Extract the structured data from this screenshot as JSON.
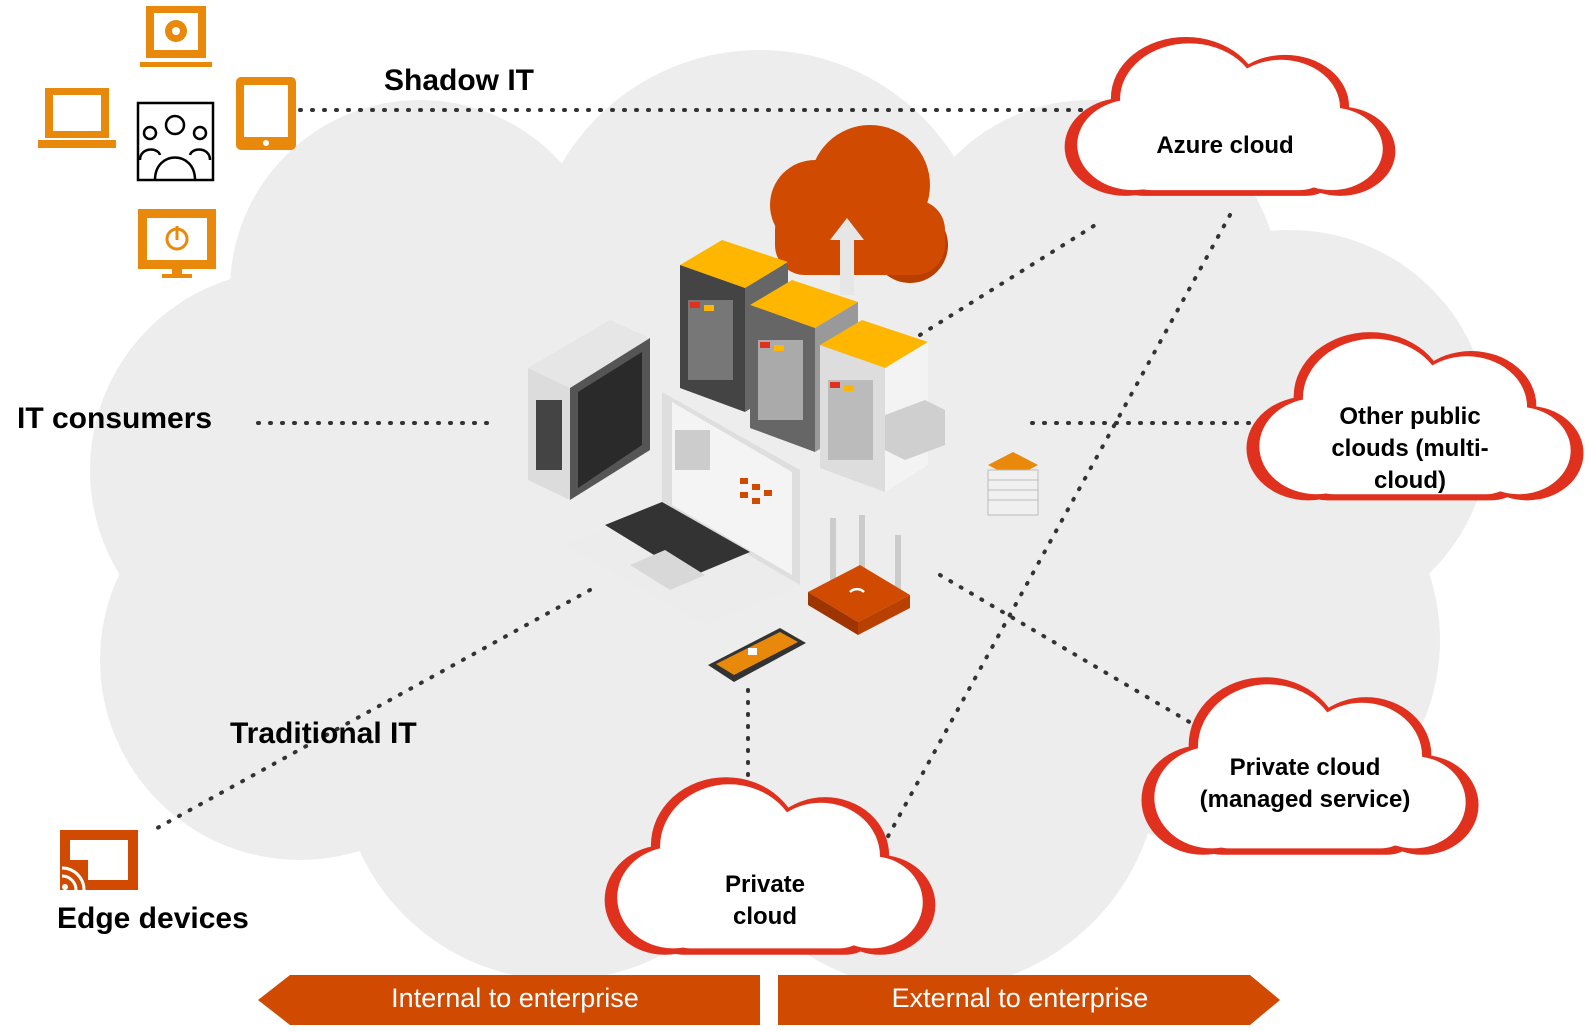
{
  "labels": {
    "shadow_it": "Shadow IT",
    "it_consumers": "IT consumers",
    "traditional_it": "Traditional IT",
    "edge_devices": "Edge devices"
  },
  "clouds": {
    "azure": "Azure cloud",
    "other_public": "Other public clouds (multi-cloud)",
    "private_managed": "Private cloud (managed service)",
    "private": "Private cloud"
  },
  "arrows": {
    "internal": "Internal to enterprise",
    "external": "External to enterprise"
  },
  "colors": {
    "orange": "#E8890C",
    "dark_orange": "#D04A02",
    "red_outline": "#E0301E",
    "gold": "#FFB600",
    "background_cloud": "#EDEDED"
  },
  "icons": [
    "gear-monitor-icon",
    "laptop-icon",
    "people-group-icon",
    "tablet-icon",
    "power-monitor-icon",
    "edge-device-icon",
    "server-rack-icon",
    "desktop-tower-icon",
    "router-icon",
    "smartphone-lock-icon",
    "cloud-upload-icon",
    "document-stack-icon"
  ]
}
